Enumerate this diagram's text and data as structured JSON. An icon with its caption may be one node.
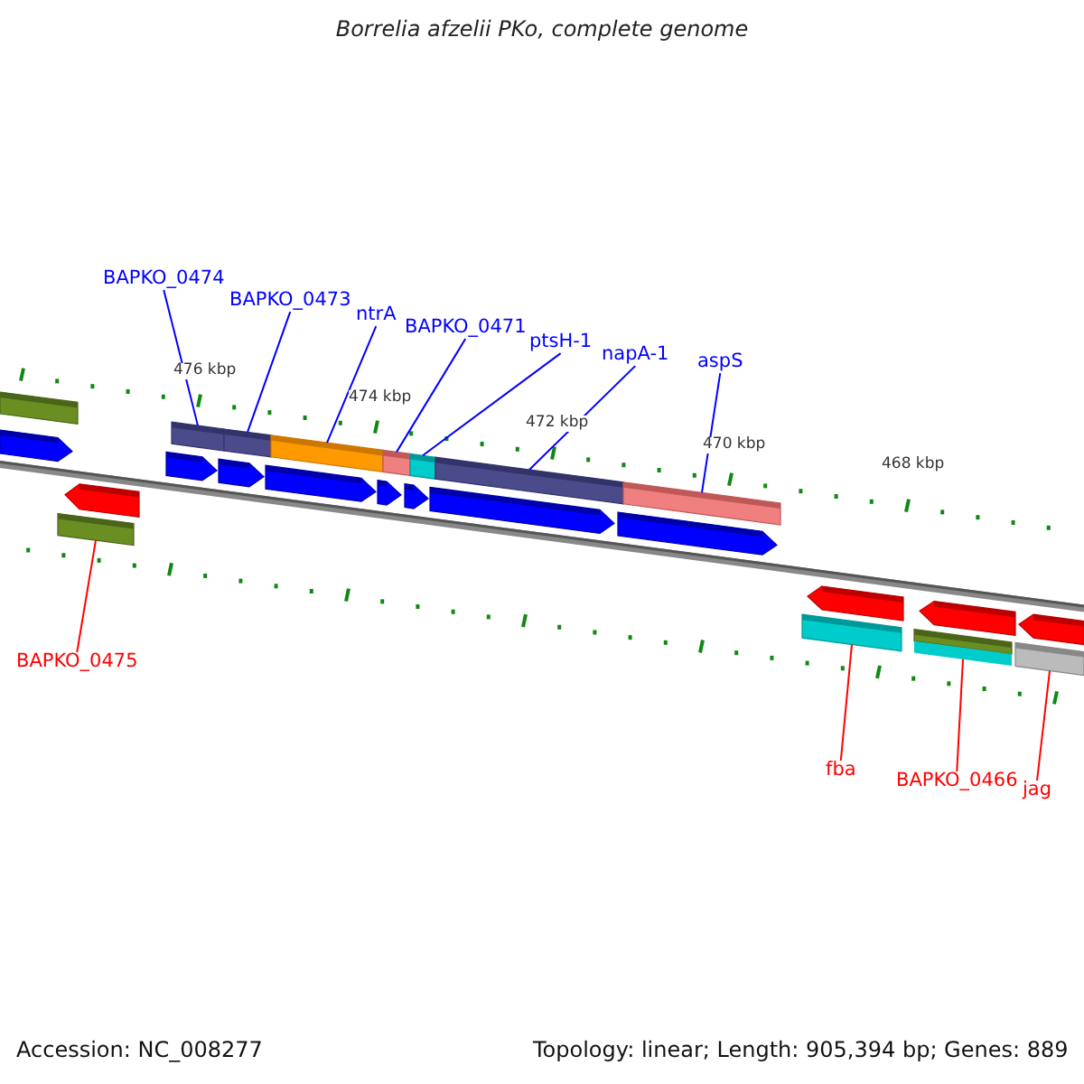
{
  "diagram": {
    "title": "Borrelia afzelii PKo, complete genome",
    "nodes": [
      {
        "text": [
          "BAPKO_0474"
        ]
      },
      {
        "text": [
          "BAPKO_0473"
        ]
      },
      {
        "text": [
          "ntrA"
        ]
      },
      {
        "text": [
          "BAPKO_0471"
        ]
      },
      {
        "text": [
          "ptsH-1"
        ]
      },
      {
        "text": [
          "napA-1"
        ]
      },
      {
        "text": [
          "aspS"
        ]
      },
      {
        "text": [
          "BAPKO_0475"
        ]
      },
      {
        "text": [
          "fba"
        ]
      },
      {
        "text": [
          "BAPKO_0466"
        ]
      },
      {
        "text": [
          "jag"
        ]
      },
      {
        "text": [],
        "shape": "bar"
      },
      {
        "text": [],
        "shape": "bar"
      },
      {
        "text": [],
        "shape": "bar"
      },
      {
        "text": [],
        "shape": "bar"
      },
      {
        "text": [],
        "shape": "bar"
      },
      {
        "text": [],
        "shape": "bar"
      },
      {
        "text": [],
        "shape": "bar"
      },
      {
        "text": [],
        "shape": "bar"
      },
      {
        "text": [],
        "shape": "bar"
      },
      {
        "text": [],
        "shape": "bar"
      },
      {
        "text": [],
        "shape": "bar"
      },
      {
        "text": [],
        "shape": "bar"
      }
    ],
    "edges": [
      {
        "from": 0,
        "to": 13,
        "arrow": "none"
      },
      {
        "from": 1,
        "to": 14,
        "arrow": "none"
      },
      {
        "from": 2,
        "to": 15,
        "arrow": "none"
      },
      {
        "from": 3,
        "to": 16,
        "arrow": "none"
      },
      {
        "from": 4,
        "to": 17,
        "arrow": "none"
      },
      {
        "from": 5,
        "to": 18,
        "arrow": "none"
      },
      {
        "from": 6,
        "to": 19,
        "arrow": "none"
      },
      {
        "from": 7,
        "to": 12,
        "arrow": "none",
        "color": "#ff0000"
      },
      {
        "from": 8,
        "to": 20,
        "arrow": "none",
        "color": "#ff0000"
      },
      {
        "from": 9,
        "to": 21,
        "arrow": "none",
        "color": "#ff0000"
      },
      {
        "from": 10,
        "to": 22,
        "arrow": "none",
        "color": "#ff0000"
      }
    ],
    "labels": [
      "476 kbp",
      "474 kbp",
      "472 kbp",
      "470 kbp",
      "468 kbp",
      "Accession: NC_008277",
      "Topology: linear; Length: 905,394 bp; Genes: 889"
    ]
  }
}
